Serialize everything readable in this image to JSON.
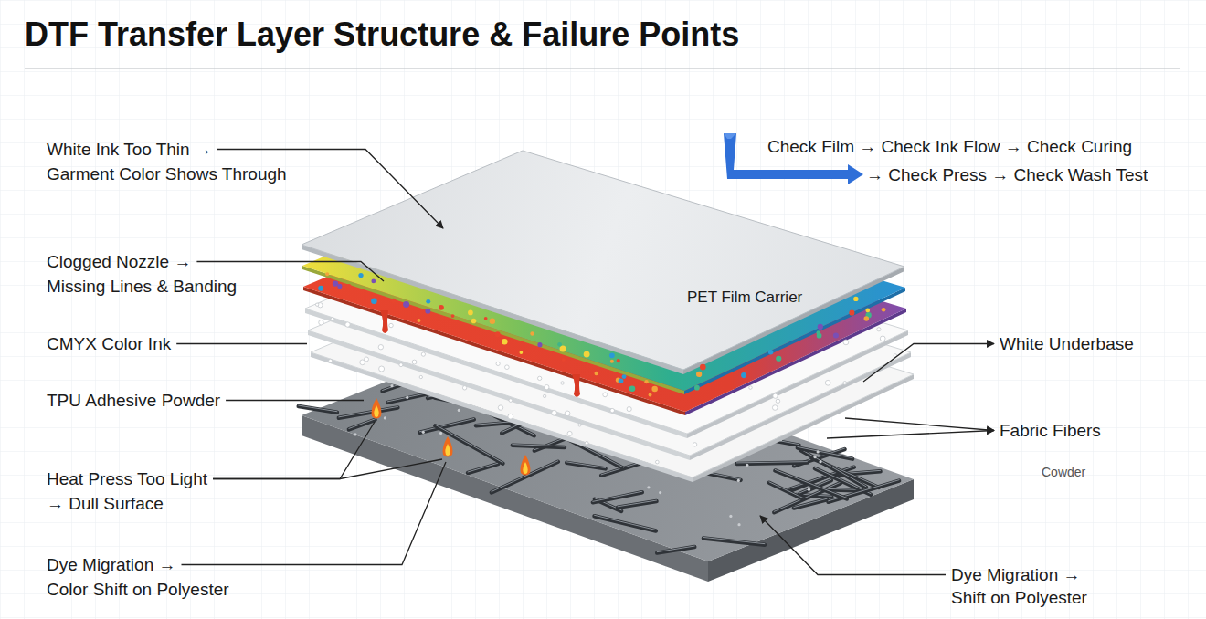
{
  "diagram": {
    "title": "DTF Transfer Layer Structure & Failure Points",
    "labels": [
      "White Ink Too Thin → Garment Color Shows Through",
      "Check Film → Check Ink Flow → Check Curing",
      "→ Check Press → Check Wash Test",
      "Clogged Nozzle → Missing Lines & Banding",
      "PET Film Carrier",
      "CMYX Color Ink",
      "White Underbase",
      "TPU Adhesive Powder",
      "Fabric Fibers",
      "Cowder",
      "Heat Press Too Light → Dull Surface",
      "Dye Migration → Color Shift on Polyester",
      "Dye Migration → Shift on Polyester"
    ]
  }
}
